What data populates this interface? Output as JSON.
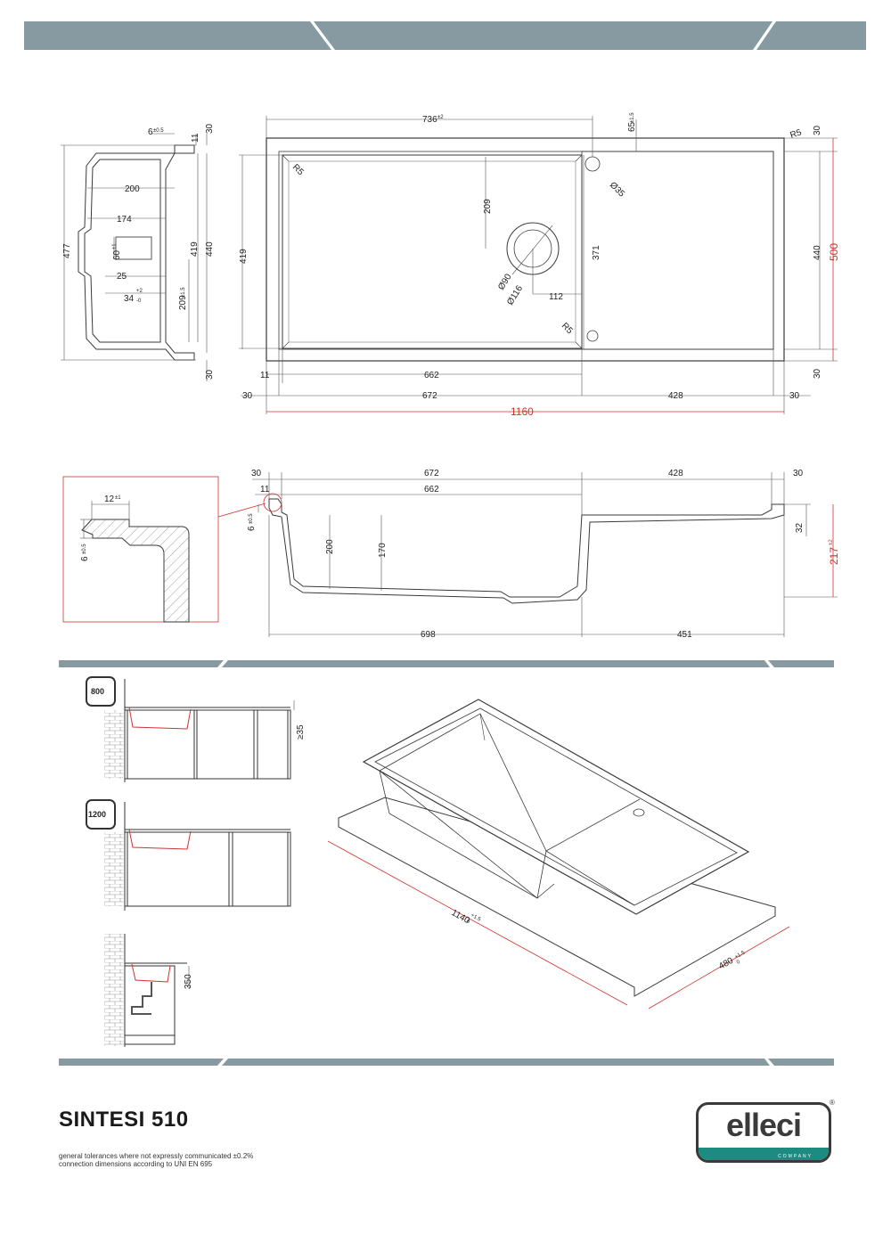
{
  "title": "SINTESI 510",
  "notes": [
    "general tolerances where not expressly communicated ±0.2%",
    "connection dimensions according to UNI EN 695"
  ],
  "logo": {
    "word": "elleci",
    "company": "COMPANY",
    "reg": "®"
  },
  "colors": {
    "band": "#879aa1",
    "band_dark": "#6f848b",
    "line": "#3a3a3a",
    "accent_red": "#d0332f",
    "logo_teal": "#1d8b7f"
  },
  "side_view": {
    "d_6": "6",
    "d_6_tol": "±0.5",
    "d_11": "11",
    "d_30_top": "30",
    "d_477": "477",
    "d_200": "200",
    "d_174": "174",
    "d_60": "60",
    "d_60_tol": "±1",
    "d_25": "25",
    "d_34": "34",
    "d_34_tol_up": "+2",
    "d_34_tol_dn": "-0",
    "d_209": "209",
    "d_209_tol": "±1.5",
    "d_419": "419",
    "d_440": "440",
    "d_30_bot": "30"
  },
  "top_view": {
    "d_736": "736",
    "d_736_tol": "±2",
    "d_65": "65",
    "d_65_tol": "±1.5",
    "r5_tr": "R5",
    "d_30_r": "30",
    "r5_tl": "R5",
    "d_35": "Ø35",
    "d_209": "209",
    "d_371": "371",
    "d_419": "419",
    "d_440": "440",
    "d_500": "500",
    "d_90": "Ø90",
    "d_116": "Ø116",
    "d_112": "112",
    "r5_br": "R5",
    "d_30_rb": "30",
    "d_11": "11",
    "d_662": "662",
    "d_30_l": "30",
    "d_672": "672",
    "d_428": "428",
    "d_30_rr": "30",
    "d_1160": "1160"
  },
  "section_view": {
    "d_30_l": "30",
    "d_672": "672",
    "d_428": "428",
    "d_30_r": "30",
    "d_11": "11",
    "d_662": "662",
    "d_6": "6",
    "d_6_tol": "±0.5",
    "d_200": "200",
    "d_170": "170",
    "d_32": "32",
    "d_217": "217",
    "d_217_tol": "±2",
    "d_698": "698",
    "d_451": "451"
  },
  "detail_view": {
    "d_12": "12",
    "d_12_tol": "±1",
    "d_6": "6",
    "d_6_tol": "±0.5"
  },
  "install_views": {
    "cab_800": "800",
    "d_35": "≥35",
    "cab_1200": "1200",
    "d_350": "350"
  },
  "iso_view": {
    "d_1140": "1140",
    "d_1140_tol_up": "+1.5",
    "d_1140_tol_dn": "0",
    "d_480": "480",
    "d_480_tol_up": "+1.5",
    "d_480_tol_dn": "0"
  }
}
